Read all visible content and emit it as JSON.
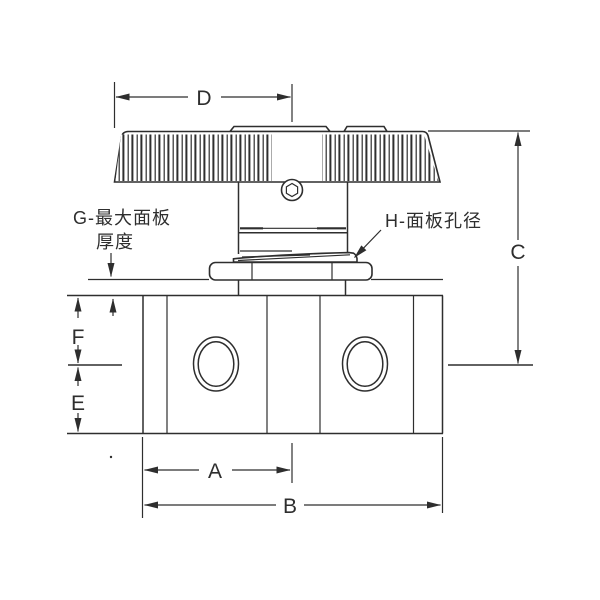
{
  "drawing": {
    "background_color": "#ffffff",
    "line_color": "#2e2e2e",
    "dimensions": {
      "d": {
        "label": "D"
      },
      "c": {
        "label": "C"
      },
      "f": {
        "label": "F"
      },
      "e": {
        "label": "E"
      },
      "a": {
        "label": "A"
      },
      "b": {
        "label": "B"
      }
    },
    "callouts": {
      "g": {
        "line1": "G-最大面板",
        "line2": "厚度"
      },
      "h": {
        "label": "H-面板孔径"
      }
    }
  }
}
